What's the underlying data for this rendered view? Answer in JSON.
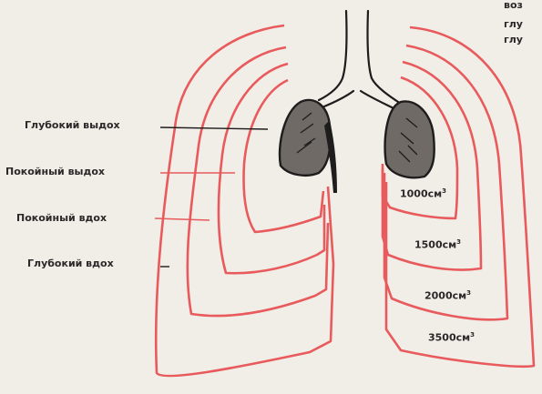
{
  "labels": {
    "deep_exhale": "Глубокий выдох",
    "calm_exhale": "Покойный выдох",
    "calm_inhale": "Покойный вдох",
    "deep_inhale": "Глубокий вдох"
  },
  "volumes": [
    {
      "value": "1000",
      "unit": "см",
      "exp": "3"
    },
    {
      "value": "1500",
      "unit": "см",
      "exp": "3"
    },
    {
      "value": "2000",
      "unit": "см",
      "exp": "3"
    },
    {
      "value": "3500",
      "unit": "см",
      "exp": "3"
    }
  ],
  "corner_text": [
    "воз",
    "глу",
    "глу"
  ],
  "colors": {
    "outline": "#e85a5c",
    "core_fill": "#6f6a66",
    "core_stroke": "#1e1c1c",
    "ink": "#2a2828",
    "background": "#f1eee8"
  }
}
